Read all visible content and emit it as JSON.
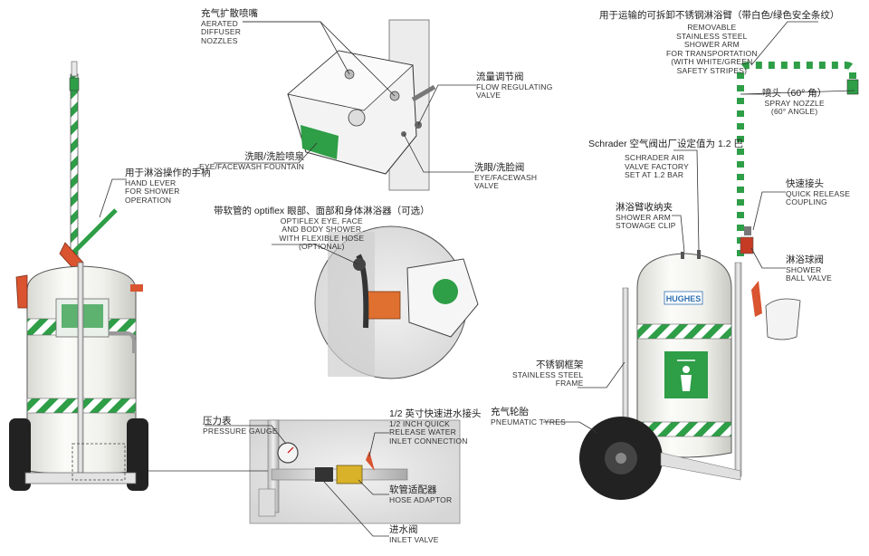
{
  "colors": {
    "stripe_green": "#2e9e47",
    "tank_body": "#f2f2ee",
    "outline": "#555555",
    "accent_red": "#d9542f",
    "leader": "#333333"
  },
  "labels": {
    "aerated_nozzles": {
      "cn": "充气扩散喷嘴",
      "en": [
        "AERATED",
        "DIFFUSER",
        "NOZZLES"
      ]
    },
    "flow_valve": {
      "cn": "流量调节阀",
      "en": [
        "FLOW REGULATING",
        "VALVE"
      ]
    },
    "eye_fountain": {
      "cn": "洗眼/洗脸喷泉",
      "en": [
        "EYE/FACEWASH FOUNTAIN"
      ]
    },
    "eye_valve": {
      "cn": "洗眼/洗脸阀",
      "en": [
        "EYE/FACEWASH",
        "VALVE"
      ]
    },
    "hand_lever": {
      "cn": "用于淋浴操作的手柄",
      "en": [
        "HAND LEVER",
        "FOR SHOWER",
        "OPERATION"
      ]
    },
    "optiflex": {
      "cn": "带软管的 optiflex 眼部、面部和身体淋浴器（可选）",
      "en": [
        "OPTIFLEX EYE, FACE",
        "AND BODY SHOWER",
        "WITH FLEXIBLE HOSE",
        "(OPTIONAL)"
      ]
    },
    "pressure_gauge": {
      "cn": "压力表",
      "en": [
        "PRESSURE GAUGE"
      ]
    },
    "inlet_connection": {
      "cn": "1/2 英寸快速进水接头",
      "en": [
        "1/2 INCH QUICK",
        "RELEASE WATER",
        "INLET CONNECTION"
      ]
    },
    "hose_adaptor": {
      "cn": "软管适配器",
      "en": [
        "HOSE ADAPTOR"
      ]
    },
    "inlet_valve": {
      "cn": "进水阀",
      "en": [
        "INLET VALVE"
      ]
    },
    "shower_arm": {
      "cn": "用于运输的可拆卸不锈钢淋浴臂（带白色/绿色安全条纹）",
      "en": [
        "REMOVABLE",
        "STAINLESS STEEL",
        "SHOWER ARM",
        "FOR TRANSPORTATION",
        "(WITH WHITE/GREEN",
        "SAFETY STRIPES)"
      ]
    },
    "spray_nozzle": {
      "cn": "喷头（60° 角）",
      "en": [
        "SPRAY NOZZLE",
        "(60° ANGLE)"
      ]
    },
    "schrader": {
      "cn": "Schrader 空气阀出厂设定值为 1.2 巴",
      "en": [
        "SCHRADER AIR",
        "VALVE FACTORY",
        "SET AT 1.2 BAR"
      ]
    },
    "quick_release": {
      "cn": "快速接头",
      "en": [
        "QUICK RELEASE",
        "COUPLING"
      ]
    },
    "stowage_clip": {
      "cn": "淋浴臂收纳夹",
      "en": [
        "SHOWER ARM",
        "STOWAGE CLIP"
      ]
    },
    "ball_valve": {
      "cn": "淋浴球阀",
      "en": [
        "SHOWER",
        "BALL VALVE"
      ]
    },
    "frame": {
      "cn": "不锈钢框架",
      "en": [
        "STAINLESS STEEL",
        "FRAME"
      ]
    },
    "tyres": {
      "cn": "充气轮胎",
      "en": [
        "PNEUMATIC TYRES"
      ]
    }
  },
  "brand": {
    "name": "HUGHES"
  },
  "icons": {
    "shower_sign": "emergency-shower-sign-icon",
    "eyewash_sign": "eyewash-sign-icon"
  }
}
